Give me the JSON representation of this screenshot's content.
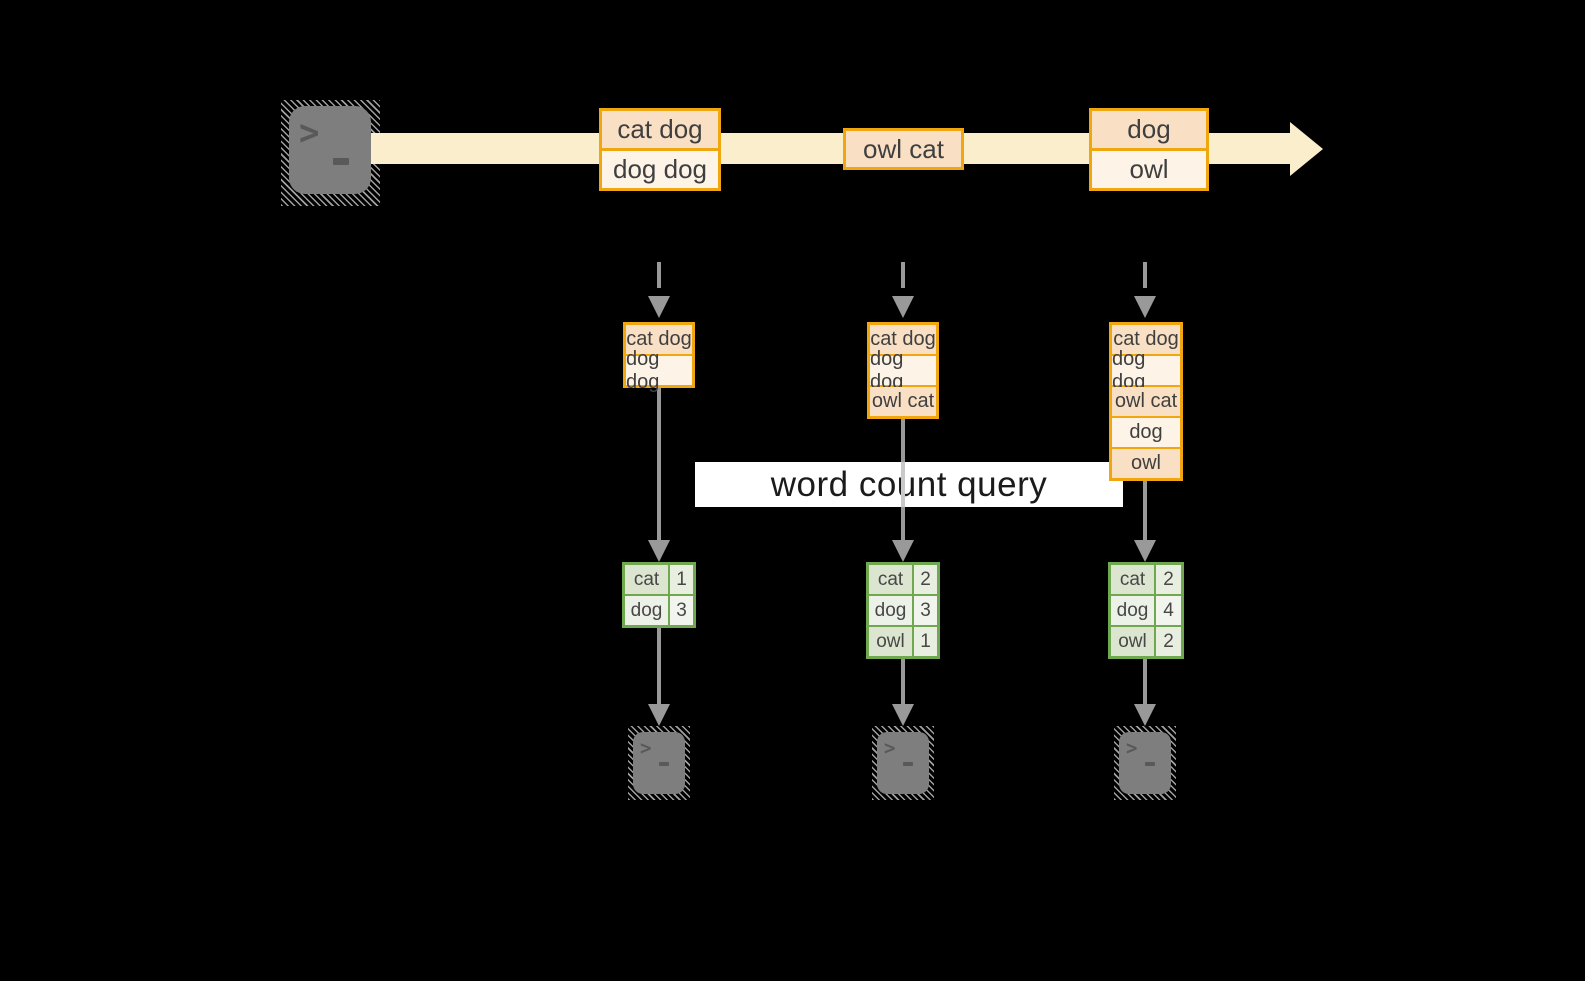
{
  "query_label": "word count query",
  "icons": {
    "source": "terminal-icon",
    "sink": "terminal-icon"
  },
  "timeline": {
    "batches": [
      {
        "lines": [
          "cat dog",
          "dog dog"
        ]
      },
      {
        "lines": [
          "owl cat"
        ]
      },
      {
        "lines": [
          "dog",
          "owl"
        ]
      }
    ]
  },
  "input_stacks": [
    {
      "lines": [
        "cat dog",
        "dog dog"
      ]
    },
    {
      "lines": [
        "cat dog",
        "dog dog",
        "owl cat"
      ]
    },
    {
      "lines": [
        "cat dog",
        "dog dog",
        "owl cat",
        "dog",
        "owl"
      ]
    }
  ],
  "result_tables": [
    {
      "rows": [
        {
          "word": "cat",
          "count": "1"
        },
        {
          "word": "dog",
          "count": "3"
        }
      ]
    },
    {
      "rows": [
        {
          "word": "cat",
          "count": "2"
        },
        {
          "word": "dog",
          "count": "3"
        },
        {
          "word": "owl",
          "count": "1"
        }
      ]
    },
    {
      "rows": [
        {
          "word": "cat",
          "count": "2"
        },
        {
          "word": "dog",
          "count": "4"
        },
        {
          "word": "owl",
          "count": "2"
        }
      ]
    }
  ],
  "colors": {
    "background": "#000000",
    "stream_band": "#faeecd",
    "batch_border": "#f0a70f",
    "batch_fill_dark": "#f9e0c5",
    "batch_fill_light": "#fdf3e6",
    "table_border": "#70a84f",
    "table_cell_dark": "#dbe5d0",
    "table_cell_light": "#edf2e8",
    "arrow_gray": "#999999",
    "terminal_gray": "#7e7e7e",
    "label_text": "#3f3f3f"
  }
}
